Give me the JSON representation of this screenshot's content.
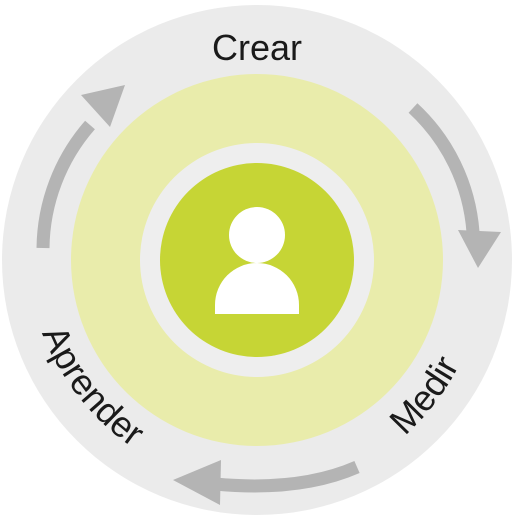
{
  "diagram": {
    "type": "cycle",
    "stages": {
      "top": "Crear",
      "bottom_right": "Medir",
      "left": "Aprender"
    },
    "center_icon": "user-icon",
    "colors": {
      "outer_ring": "#ebebeb",
      "middle_ring": "#e9ecab",
      "inner_gap": "#eeeeee",
      "center_disc": "#c6d535",
      "icon": "#ffffff",
      "arrows": "#b4b4b4",
      "text": "#1a1a1a"
    }
  }
}
